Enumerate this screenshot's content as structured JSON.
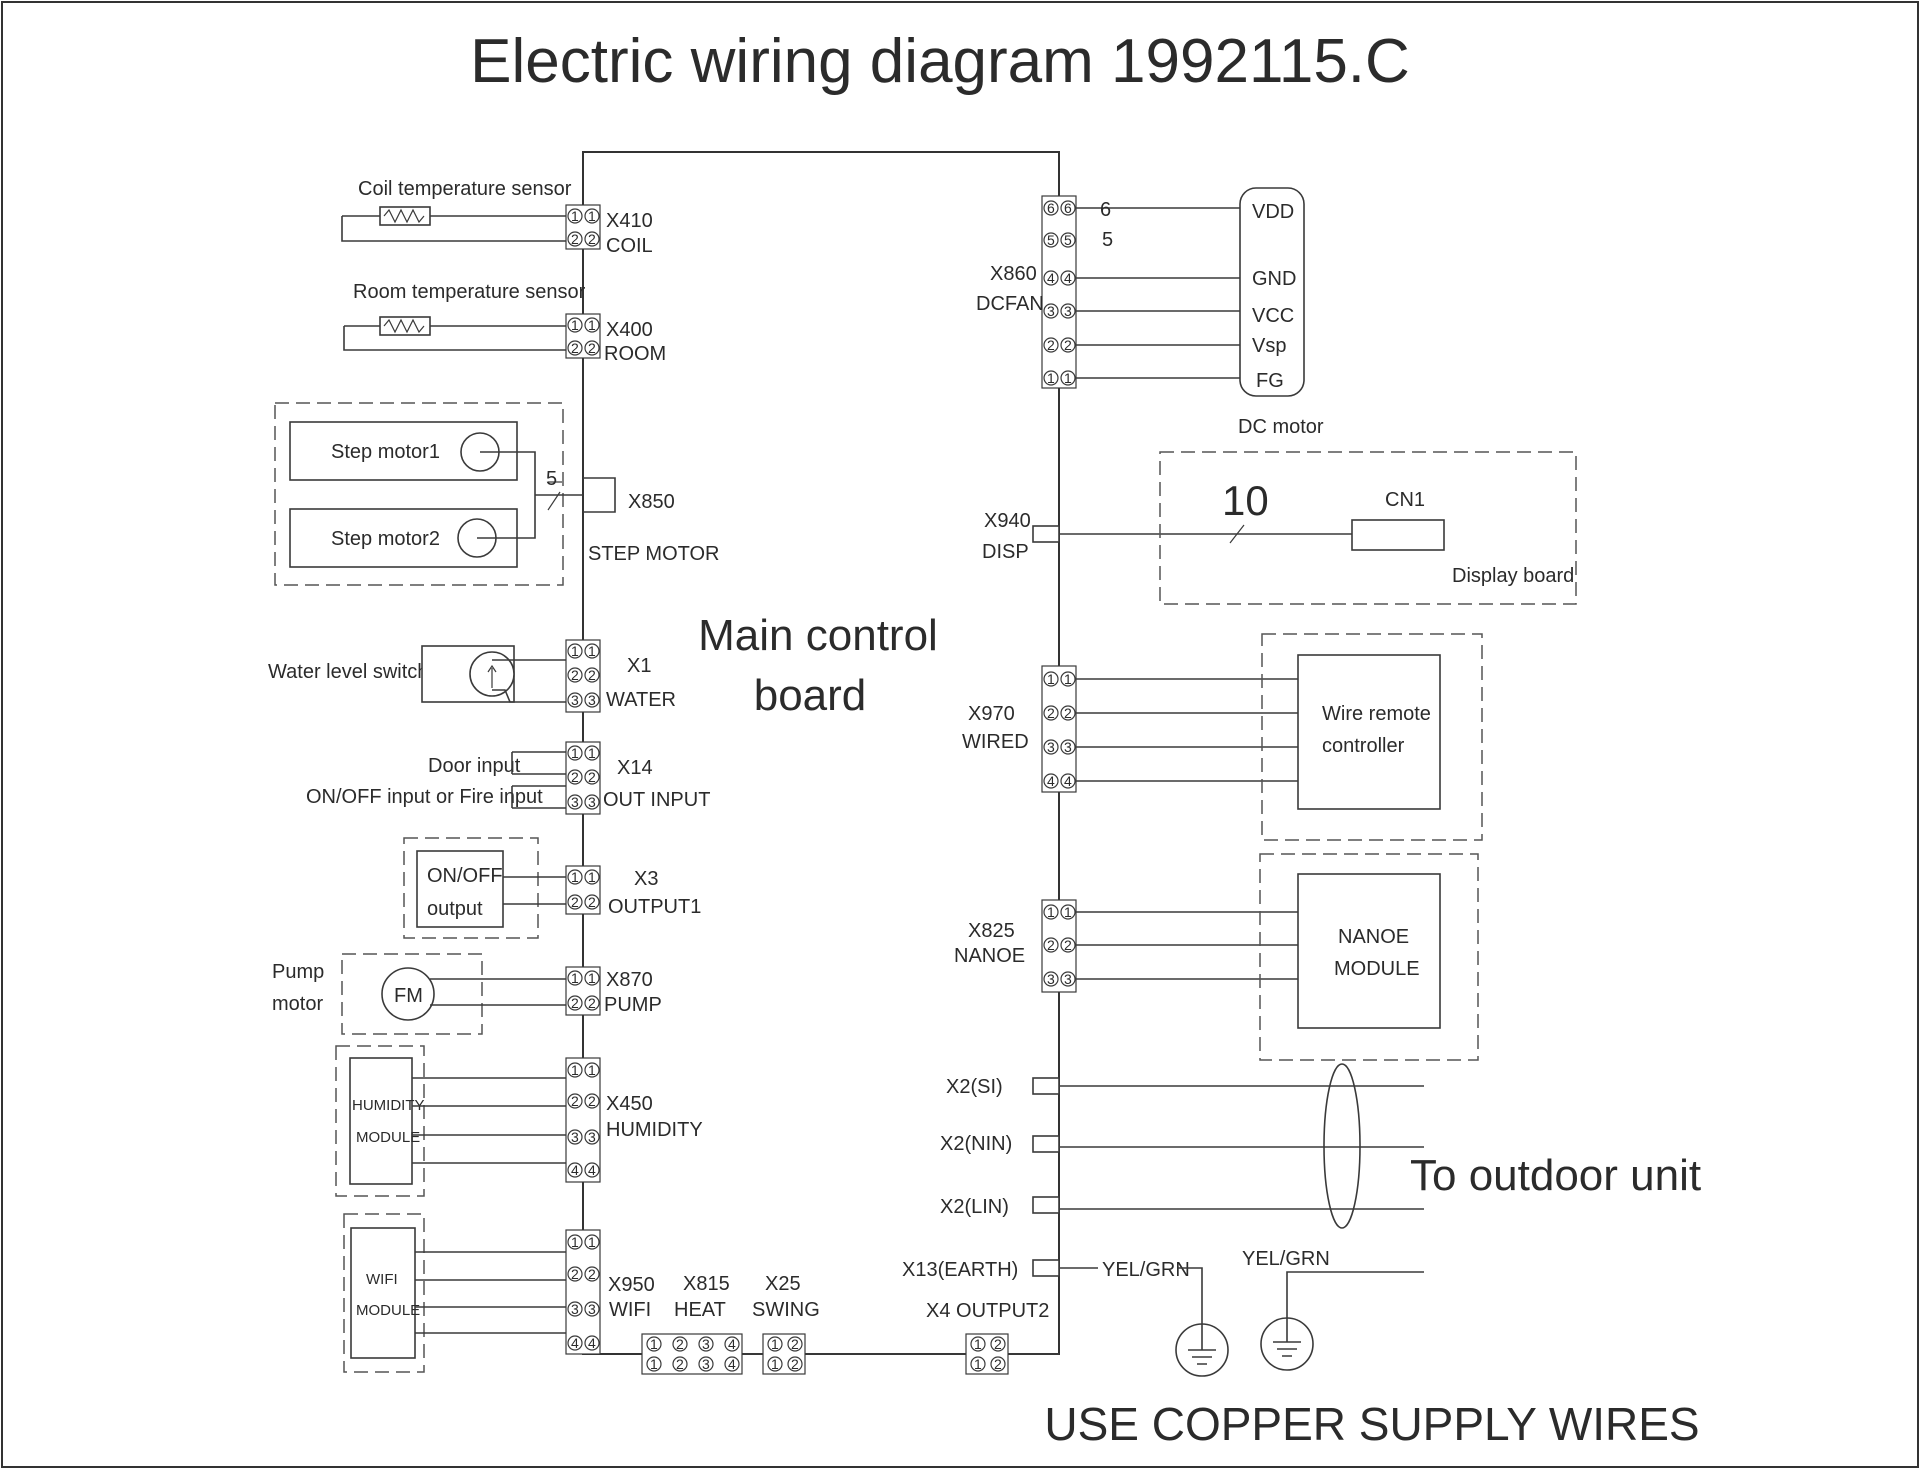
{
  "title": "Electric wiring diagram 1992115.C",
  "board": {
    "label_line1": "Main control",
    "label_line2": "board"
  },
  "left": {
    "coil": {
      "sensor": "Coil temperature sensor",
      "id": "X410",
      "name": "COIL"
    },
    "room": {
      "sensor": "Room temperature sensor",
      "id": "X400",
      "name": "ROOM"
    },
    "step": {
      "motor1": "Step motor1",
      "motor2": "Step motor2",
      "wires": "5",
      "id": "X850",
      "name": "STEP MOTOR"
    },
    "water": {
      "device": "Water level switch",
      "id": "X1",
      "name": "WATER"
    },
    "out_input": {
      "door": "Door input",
      "onoff": "ON/OFF input or Fire input",
      "id": "X14",
      "name": "OUT INPUT"
    },
    "output1": {
      "line1": "ON/OFF",
      "line2": "output",
      "id": "X3",
      "name": "OUTPUT1"
    },
    "pump": {
      "label1": "Pump",
      "label2": "motor",
      "fm": "FM",
      "id": "X870",
      "name": "PUMP"
    },
    "humidity": {
      "line1": "HUMIDITY",
      "line2": "MODULE",
      "id": "X450",
      "name": "HUMIDITY"
    },
    "wifi": {
      "line1": "WIFI",
      "line2": "MODULE",
      "id": "X950",
      "name": "WIFI"
    }
  },
  "bottom": {
    "heat": {
      "id": "X815",
      "name": "HEAT"
    },
    "swing": {
      "id": "X25",
      "name": "SWING"
    },
    "output2": {
      "label": "X4 OUTPUT2"
    }
  },
  "right": {
    "dcfan": {
      "id": "X860",
      "name": "DCFAN",
      "pins": [
        "VDD",
        "GND",
        "VCC",
        "Vsp",
        "FG"
      ],
      "motor": "DC motor",
      "pin6": "6",
      "pin5": "5"
    },
    "disp": {
      "id": "X940",
      "name": "DISP",
      "wires": "10",
      "cn": "CN1",
      "board": "Display board"
    },
    "wired": {
      "id": "X970",
      "name": "WIRED",
      "line1": "Wire remote",
      "line2": "controller"
    },
    "nanoe": {
      "id": "X825",
      "name": "NANOE",
      "line1": "NANOE",
      "line2": "MODULE"
    },
    "outdoor": {
      "si": "X2(SI)",
      "nin": "X2(NIN)",
      "lin": "X2(LIN)",
      "earth": "X13(EARTH)",
      "yg1": "YEL/GRN",
      "yg2": "YEL/GRN",
      "to": "To outdoor unit"
    }
  },
  "footer": "USE COPPER SUPPLY WIRES"
}
